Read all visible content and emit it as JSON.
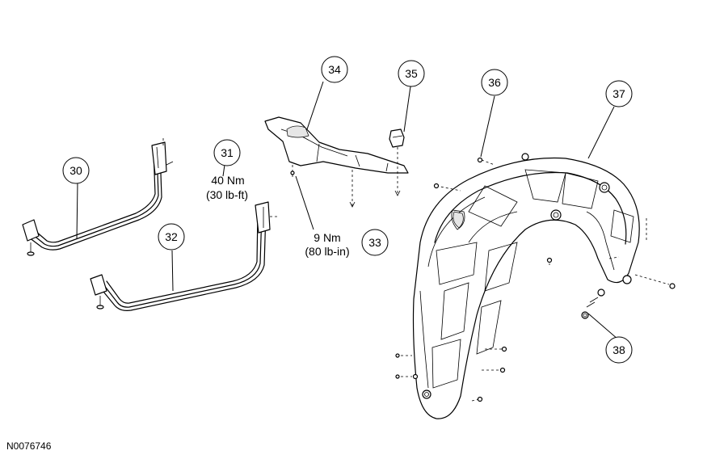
{
  "callouts": {
    "c30": "30",
    "c31": "31",
    "c32": "32",
    "c33": "33",
    "c34": "34",
    "c35": "35",
    "c36": "36",
    "c37": "37",
    "c38": "38"
  },
  "torque": {
    "t31_nm": "40 Nm",
    "t31_lbft": "(30 lb-ft)",
    "t33_nm": "9 Nm",
    "t33_lbin": "(80 lb-in)"
  },
  "figure_id": "N0076746"
}
